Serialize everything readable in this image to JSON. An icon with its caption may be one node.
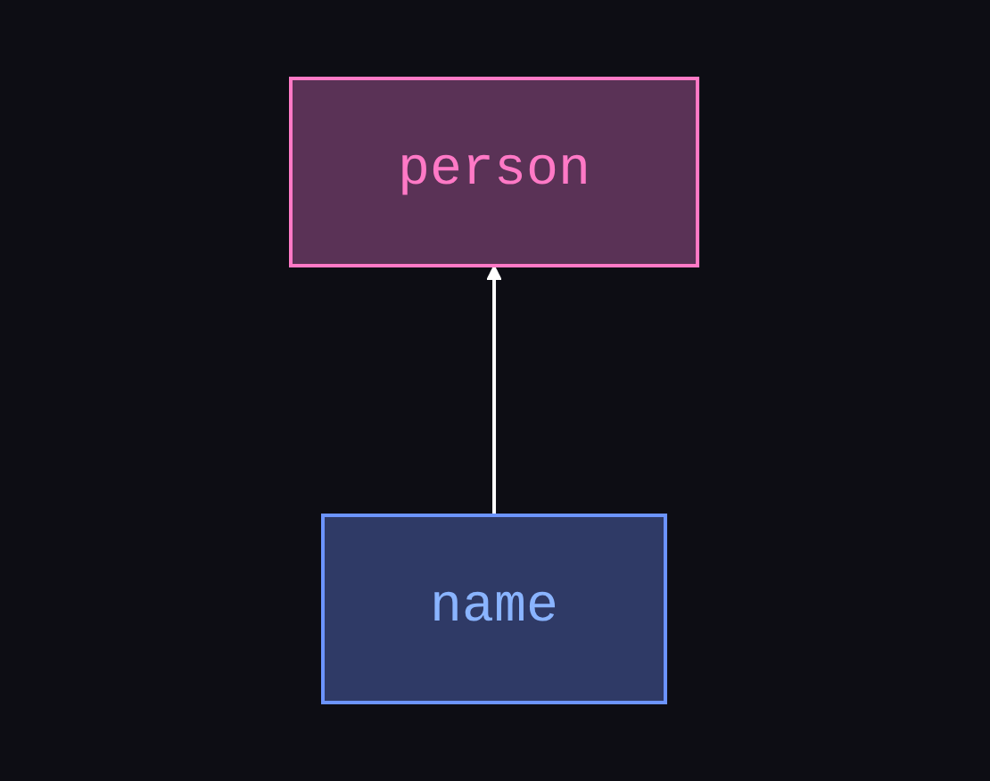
{
  "diagram": {
    "nodes": [
      {
        "text": [
          "person"
        ]
      },
      {
        "text": [
          "name"
        ]
      }
    ],
    "edges": [
      {
        "from": 1,
        "to": 0,
        "arrow": "to"
      }
    ]
  }
}
